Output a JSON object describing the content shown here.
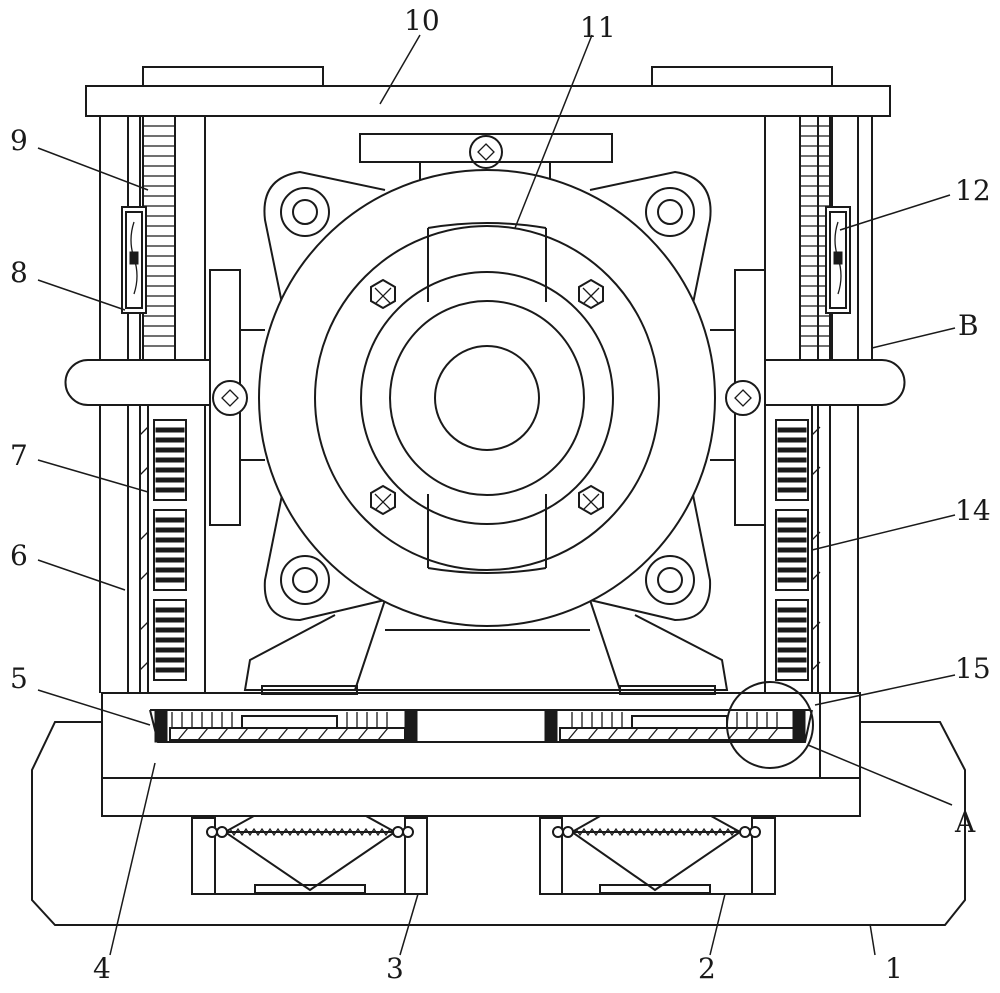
{
  "labels": {
    "l1": "1",
    "l2": "2",
    "l3": "3",
    "l4": "4",
    "l5": "5",
    "l6": "6",
    "l7": "7",
    "l8": "8",
    "l9": "9",
    "l10": "10",
    "l11": "11",
    "l12": "12",
    "l14": "14",
    "l15": "15",
    "lA": "A",
    "lB": "B"
  },
  "colors": {
    "line": "#1a1a1a",
    "background": "#ffffff"
  }
}
